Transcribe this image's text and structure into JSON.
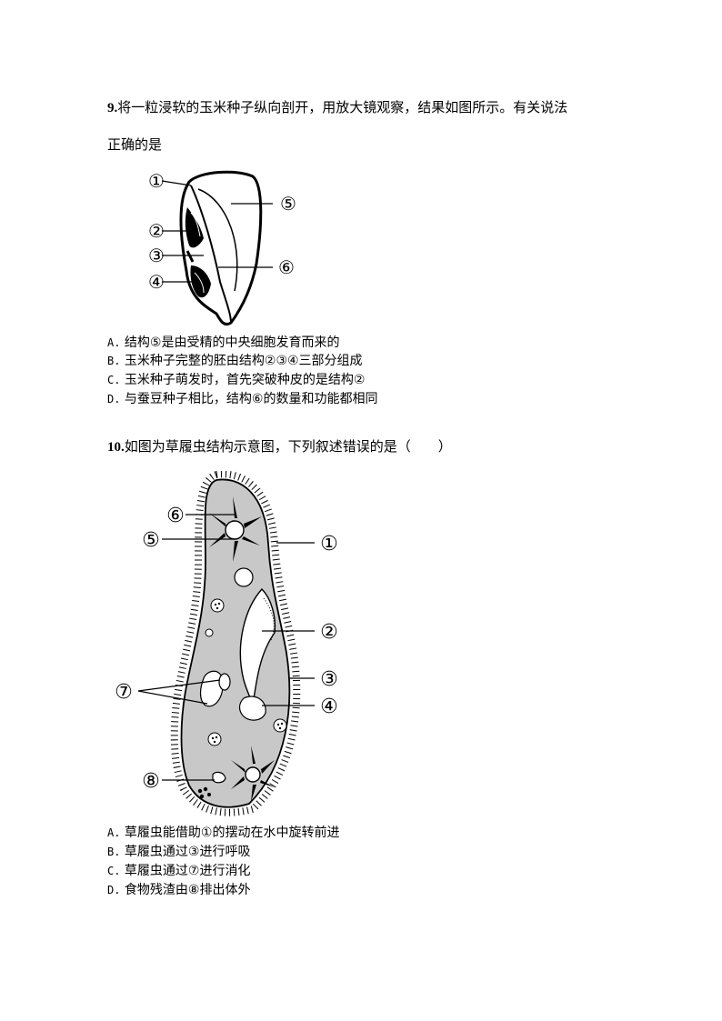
{
  "q9": {
    "number": "9.",
    "stem_line1": "将一粒浸软的玉米种子纵向剖开，用放大镜观察，结果如图所示。有关说法",
    "stem_line2": "正确的是",
    "labels": [
      "①",
      "②",
      "③",
      "④",
      "⑤",
      "⑥"
    ],
    "options": [
      {
        "letter": "A.",
        "text": "结构⑤是由受精的中央细胞发育而来的"
      },
      {
        "letter": "B.",
        "text": "玉米种子完整的胚由结构②③④三部分组成"
      },
      {
        "letter": "C.",
        "text": "玉米种子萌发时，首先突破种皮的是结构②"
      },
      {
        "letter": "D.",
        "text": "与蚕豆种子相比，结构⑥的数量和功能都相同"
      }
    ]
  },
  "q10": {
    "number": "10.",
    "stem": "如图为草履虫结构示意图，下列叙述错误的是（　　）",
    "labels": [
      "①",
      "②",
      "③",
      "④",
      "⑤",
      "⑥",
      "⑦",
      "⑧"
    ],
    "options": [
      {
        "letter": "A.",
        "text": "草履虫能借助①的摆动在水中旋转前进"
      },
      {
        "letter": "B.",
        "text": "草履虫通过③进行呼吸"
      },
      {
        "letter": "C.",
        "text": "草履虫通过⑦进行消化"
      },
      {
        "letter": "D.",
        "text": "食物残渣由⑧排出体外"
      }
    ]
  }
}
